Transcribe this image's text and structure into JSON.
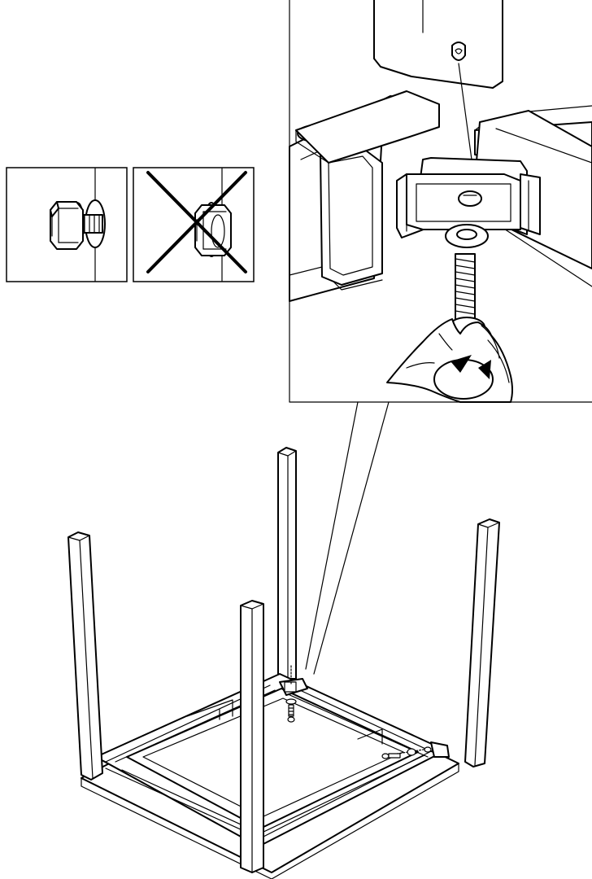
{
  "page": {
    "background": "#ffffff",
    "line_color": "#000000"
  },
  "hints": {
    "correct": {
      "icon": "hex-bolt-with-washer-icon",
      "status": "correct"
    },
    "incorrect": {
      "icon": "hex-bolt-without-washer-icon",
      "status": "incorrect",
      "mark": "cross-out-icon"
    }
  },
  "detail": {
    "icon": "screw-tighten-detail-icon",
    "rotation": "clockwise-arrow-icon"
  },
  "assembly": {
    "object": "table-frame-upside-down",
    "legs": 4,
    "screws_shown": 3
  }
}
